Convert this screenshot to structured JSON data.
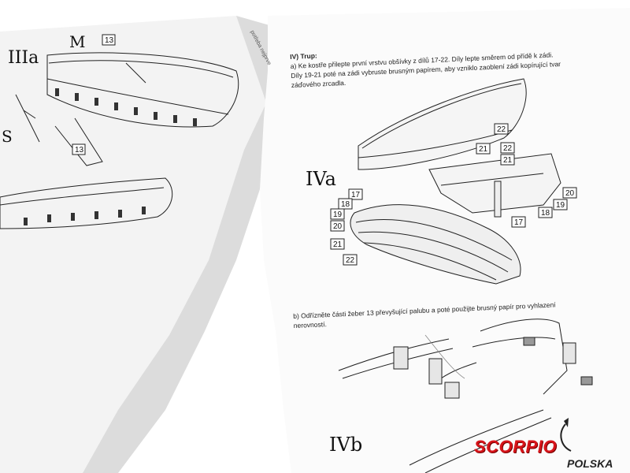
{
  "left_page": {
    "labels": {
      "iiia": "IIIa",
      "m": "M",
      "s": "S"
    },
    "part_numbers": [
      "13",
      "13"
    ],
    "edge_text": "potřeba nejprve"
  },
  "right_page": {
    "section_title": "IV) Trup:",
    "para_a_1": "a) Ke kostře přilepte první vrstvu obšívky z dílů 17-22. Díly lepte směrem od přídě k zádi.",
    "para_a_2": "Díly 19-21 poté na zádi vybruste brusným papírem, aby vzniklo zaoblení zádi kopírující tvar",
    "para_a_3": "záďového zrcadla.",
    "fig_iva": "IVa",
    "iva_parts_right": [
      "22",
      "21",
      "22",
      "21",
      "20",
      "19",
      "18",
      "17"
    ],
    "iva_parts_left": [
      "17",
      "18",
      "19",
      "20",
      "21",
      "22"
    ],
    "para_b_1": "b) Odřízněte části žeber 13 převyšující palubu a poté použijte brusný papír pro vyhlazení",
    "para_b_2": "nerovností.",
    "fig_ivb": "IVb"
  },
  "logo": {
    "name": "SCORPIO",
    "sub": "POLSKA",
    "color": "#d7141a"
  }
}
